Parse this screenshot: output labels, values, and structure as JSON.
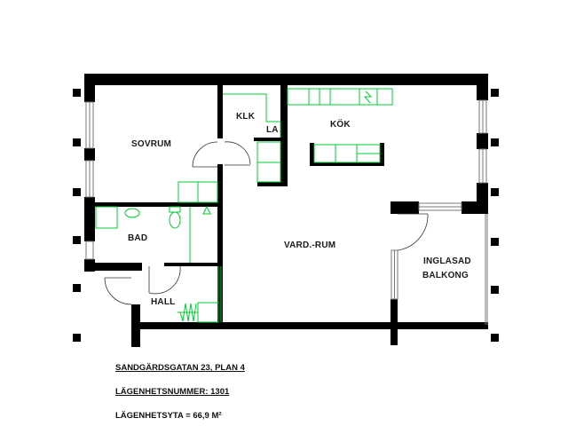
{
  "plan": {
    "rooms": [
      {
        "id": "sovrum",
        "label": "SOVRUM"
      },
      {
        "id": "klk",
        "label": "KLK"
      },
      {
        "id": "la",
        "label": "LA"
      },
      {
        "id": "kok",
        "label": "KÖK"
      },
      {
        "id": "bad",
        "label": "BAD"
      },
      {
        "id": "vardrum",
        "label": "VARD.-RUM"
      },
      {
        "id": "balkong1",
        "label": "INGLASAD"
      },
      {
        "id": "balkong2",
        "label": "BALKONG"
      },
      {
        "id": "hall",
        "label": "HALL"
      }
    ],
    "colors": {
      "wall": "#000000",
      "fixture": "#00cc33",
      "window": "#888888"
    }
  },
  "info": {
    "address": "SANDGÄRDSGATAN 23,  PLAN 4",
    "apartment_number": "LÄGENHETSNUMMER: 1301",
    "area": "LÄGENHETSYTA   =  66,9  M²"
  }
}
